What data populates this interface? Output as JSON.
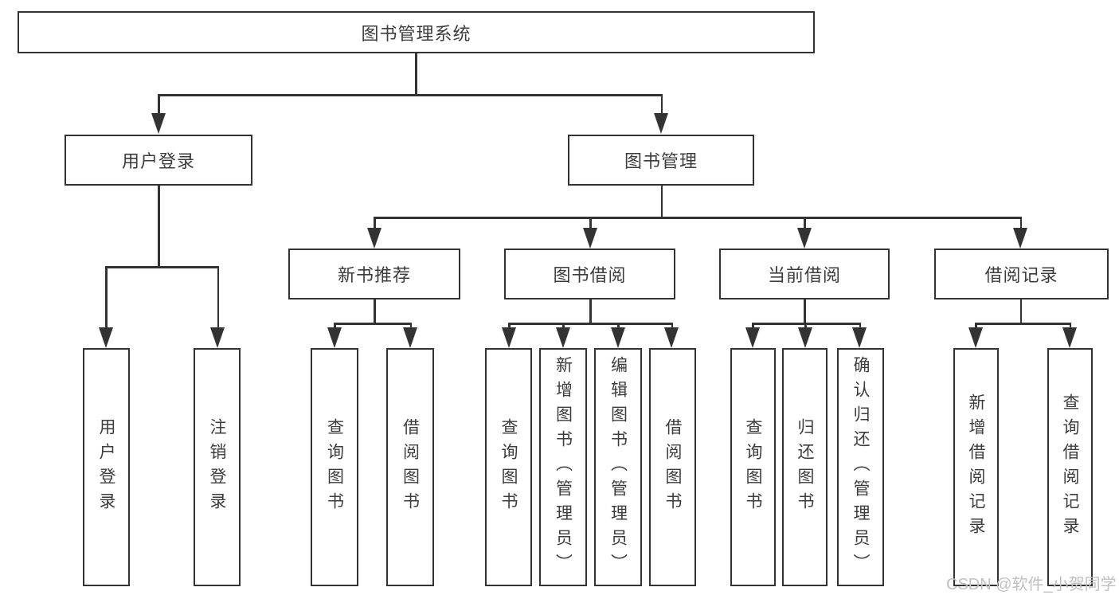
{
  "colors": {
    "line": "#333333",
    "text": "#3c3c3c",
    "box_bg": "#ffffff",
    "watermark": "#c0c0c0"
  },
  "watermark": {
    "text": "CSDN @软件_小贺同学"
  },
  "tree": {
    "label": "图书管理系统",
    "children": [
      {
        "label": "用户登录",
        "children": [
          {
            "label": "用户登录"
          },
          {
            "label": "注销登录"
          }
        ]
      },
      {
        "label": "图书管理",
        "children": [
          {
            "label": "新书推荐",
            "children": [
              {
                "label": "查询图书"
              },
              {
                "label": "借阅图书"
              }
            ]
          },
          {
            "label": "图书借阅",
            "children": [
              {
                "label": "查询图书"
              },
              {
                "label": "新增图书（管理员）"
              },
              {
                "label": "编辑图书（管理员）"
              },
              {
                "label": "借阅图书"
              }
            ]
          },
          {
            "label": "当前借阅",
            "children": [
              {
                "label": "查询图书"
              },
              {
                "label": "归还图书"
              },
              {
                "label": "确认归还（管理员）"
              }
            ]
          },
          {
            "label": "借阅记录",
            "children": [
              {
                "label": "新增借阅记录"
              },
              {
                "label": "查询借阅记录"
              }
            ]
          }
        ]
      }
    ]
  }
}
